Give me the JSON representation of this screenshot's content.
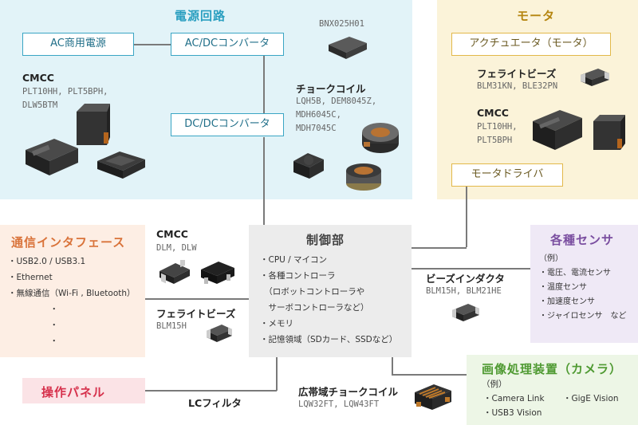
{
  "power": {
    "title": "電源回路",
    "ac_power": "AC商用電源",
    "acdc": "AC/DCコンバータ",
    "dcdc": "DC/DCコンバータ",
    "bnx_part": "BNX025H01",
    "cmcc_title": "CMCC",
    "cmcc_parts": "PLT10HH, PLT5BPH,\nDLW5BTM",
    "choke_title": "チョークコイル",
    "choke_parts": "LQH5B, DEM8045Z,\nMDH6045C,\nMDH7045C"
  },
  "motor": {
    "title": "モータ",
    "actuator": "アクチュエータ（モータ）",
    "ferrite_title": "フェライトビーズ",
    "ferrite_parts": "BLM31KN, BLE32PN",
    "cmcc_title": "CMCC",
    "cmcc_parts": "PLT10HH,\nPLT5BPH",
    "driver": "モータドライバ"
  },
  "comm": {
    "title": "通信インタフェース",
    "items": "・USB2.0 / USB3.1\n・Ethernet\n・無線通信（Wi-Fi , Bluetooth）\n　　　　　・\n　　　　　・\n　　　　　・",
    "cmcc_title": "CMCC",
    "cmcc_parts": "DLM, DLW",
    "ferrite_title": "フェライトビーズ",
    "ferrite_parts": "BLM15H"
  },
  "control": {
    "title": "制御部",
    "items": "・CPU / マイコン\n・各種コントローラ\n　（ロボットコントローラや\n　サーボコントローラなど）\n・メモリ\n・記憶領域（SDカード、SSDなど）"
  },
  "sensor": {
    "title": "各種センサ",
    "items": "（例）\n・電圧、電流センサ\n・温度センサ\n・加速度センサ\n・ジャイロセンサ　など",
    "bead_title": "ビーズインダクタ",
    "bead_parts": "BLM15H, BLM21HE"
  },
  "panel": {
    "title": "操作パネル",
    "lc_filter": "LCフィルタ"
  },
  "camera": {
    "title": "画像処理装置（カメラ）",
    "example": "（例）",
    "item1": "・Camera Link",
    "item2": "・GigE Vision",
    "item3": "・USB3 Vision",
    "choke_title": "広帯域チョークコイル",
    "choke_parts": "LQW32FT, LQW43FT"
  },
  "colors": {
    "power_accent": "#2a9fc0",
    "motor_accent": "#b5850f",
    "comm_accent": "#d9733a",
    "sensor_accent": "#7a4ea0",
    "panel_accent": "#d6304b",
    "camera_accent": "#4f9a32"
  }
}
